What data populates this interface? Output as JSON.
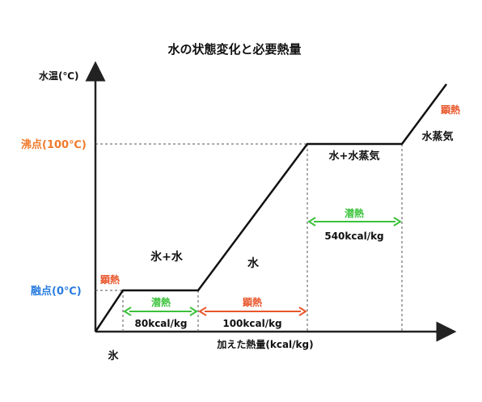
{
  "title": "水の状態変化と必要熱量",
  "axes": {
    "y_label": "水温(℃)",
    "x_label": "加えた熱量(kcal/kg)",
    "boiling_label": "沸点(100℃)",
    "melting_label": "融点(0℃)"
  },
  "phases": {
    "ice": "氷",
    "ice_water": "氷+水",
    "water": "水",
    "water_steam": "水+水蒸気",
    "steam": "水蒸気"
  },
  "heats": {
    "sensible_ice": "顕熱",
    "sensible_water": "顕熱",
    "sensible_steam": "顕熱",
    "latent_melt": "潜熱",
    "latent_boil": "潜熱",
    "melt_value": "80kcal/kg",
    "water_value": "100kcal/kg",
    "boil_value": "540kcal/kg"
  },
  "colors": {
    "axis": "#222222",
    "sensible": "#e8562a",
    "latent": "#3ac23a",
    "boiling_label": "#f07a2a",
    "melting_label": "#2a7de0",
    "guide": "#555555"
  }
}
